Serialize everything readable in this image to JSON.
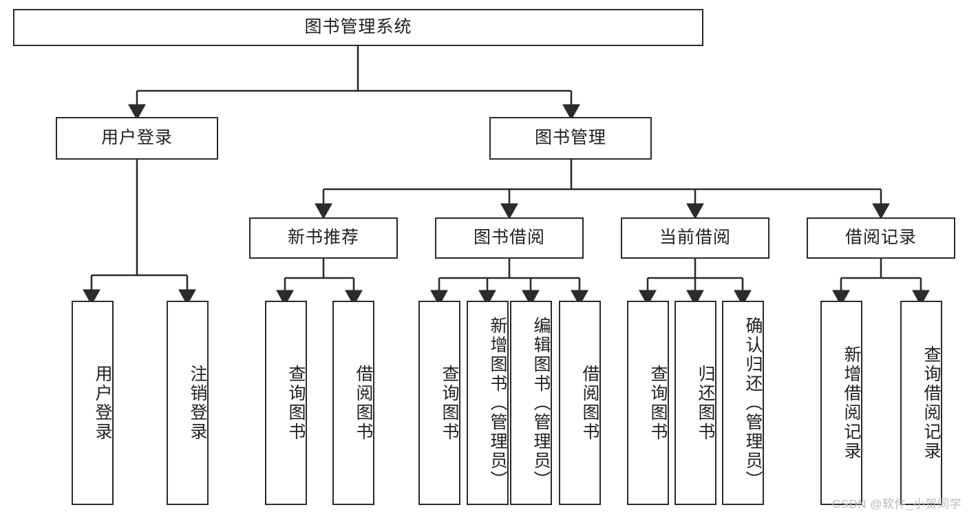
{
  "diagram": {
    "title": "图书管理系统",
    "type": "tree",
    "watermark": "CSDN @软件_小贺同学",
    "colors": {
      "stroke": "#2b2b2b",
      "fill": "#ffffff",
      "text": "#1f1f1f",
      "watermark": "#b9b9b9"
    },
    "root": {
      "label": "图书管理系统"
    },
    "level1": [
      {
        "label": "用户登录"
      },
      {
        "label": "图书管理"
      }
    ],
    "level2": [
      {
        "label": "新书推荐"
      },
      {
        "label": "图书借阅"
      },
      {
        "label": "当前借阅"
      },
      {
        "label": "借阅记录"
      }
    ],
    "leaves": {
      "user_login": [
        {
          "label": "用户登录"
        },
        {
          "label": "注销登录"
        }
      ],
      "new_book": [
        {
          "label": "查询图书"
        },
        {
          "label": "借阅图书"
        }
      ],
      "book_borrow": [
        {
          "label": "查询图书"
        },
        {
          "label": "新增图书（管理员）"
        },
        {
          "label": "编辑图书（管理员）"
        },
        {
          "label": "借阅图书"
        }
      ],
      "current_borrow": [
        {
          "label": "查询图书"
        },
        {
          "label": "归还图书"
        },
        {
          "label": "确认归还（管理员）"
        }
      ],
      "borrow_record": [
        {
          "label": "新增借阅记录"
        },
        {
          "label": "查询借阅记录"
        }
      ]
    }
  }
}
